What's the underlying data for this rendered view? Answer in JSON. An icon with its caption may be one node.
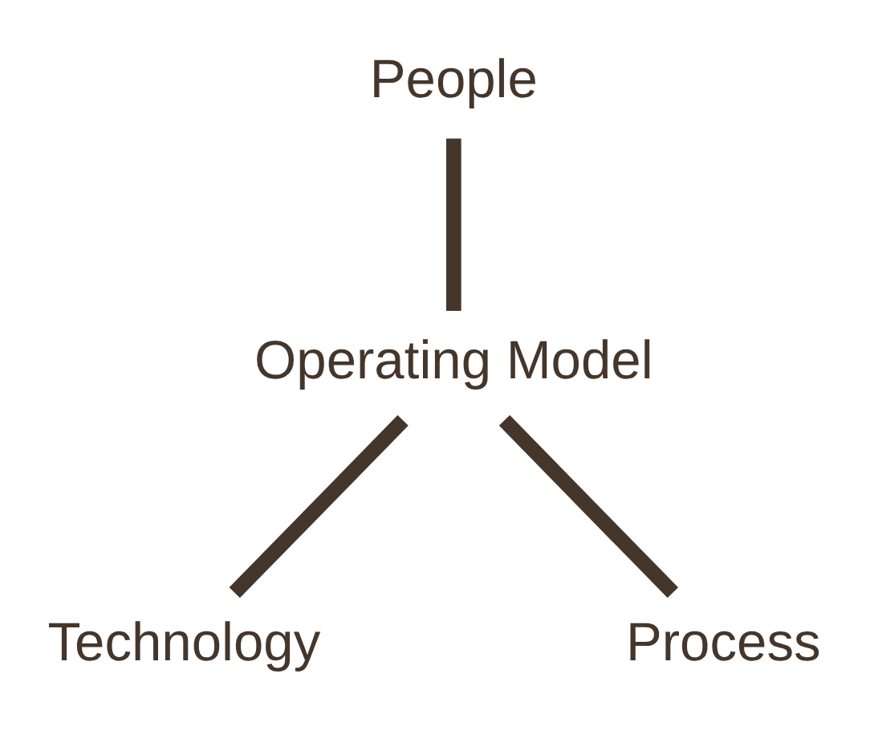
{
  "diagram": {
    "nodes": [
      {
        "text": [
          "People"
        ]
      },
      {
        "text": [
          "Operating Model"
        ]
      },
      {
        "text": [
          "Technology"
        ]
      },
      {
        "text": [
          "Process"
        ]
      }
    ],
    "edges": [
      {
        "from": 0,
        "to": 1,
        "arrow": "none"
      },
      {
        "from": 1,
        "to": 2,
        "arrow": "none"
      },
      {
        "from": 1,
        "to": 3,
        "arrow": "none"
      }
    ]
  }
}
